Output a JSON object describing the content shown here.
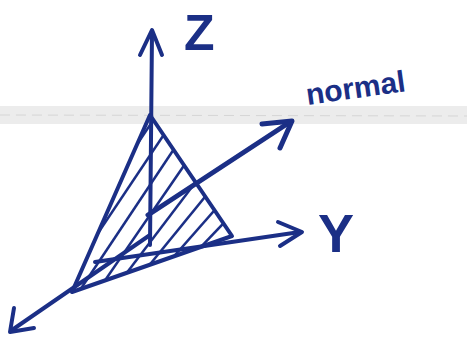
{
  "diagram": {
    "labels": [
      "Z",
      "normal",
      "Y"
    ]
  }
}
